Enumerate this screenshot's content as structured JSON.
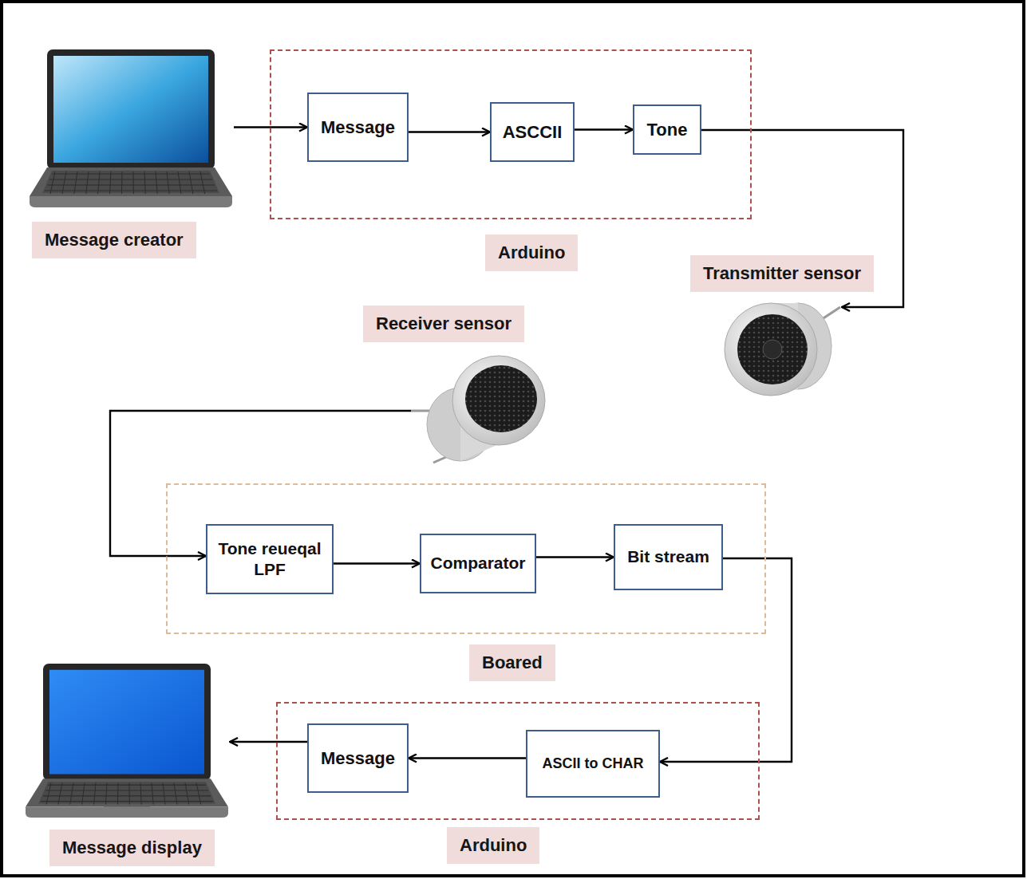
{
  "diagram": {
    "nodes": [
      {
        "text": [
          "Message creator"
        ]
      },
      {
        "text": [
          "Arduino"
        ]
      },
      {
        "text": [
          "Message"
        ],
        "in": 1
      },
      {
        "text": [
          "ASCCII"
        ],
        "in": 1
      },
      {
        "text": [
          "Tone"
        ],
        "in": 1
      },
      {
        "text": [
          "Transmitter sensor"
        ]
      },
      {
        "text": [
          "Receiver sensor"
        ]
      },
      {
        "text": [
          "Boared"
        ]
      },
      {
        "text": [
          "Tone reueqal LPF"
        ],
        "in": 7
      },
      {
        "text": [
          "Comparator"
        ],
        "in": 7
      },
      {
        "text": [
          "Bit stream"
        ],
        "in": 7
      },
      {
        "text": [
          "Arduino"
        ]
      },
      {
        "text": [
          "Message"
        ],
        "in": 11
      },
      {
        "text": [
          "ASCII to CHAR"
        ],
        "in": 11
      },
      {
        "text": [
          "Message display"
        ]
      }
    ],
    "edges": [
      {
        "from": 0,
        "to": 2,
        "arrow": "to"
      },
      {
        "from": 2,
        "to": 3,
        "arrow": "to"
      },
      {
        "from": 3,
        "to": 4,
        "arrow": "to"
      },
      {
        "from": 4,
        "to": 5,
        "arrow": "to"
      },
      {
        "from": 6,
        "to": 8,
        "arrow": "to"
      },
      {
        "from": 8,
        "to": 9,
        "arrow": "to"
      },
      {
        "from": 9,
        "to": 10,
        "arrow": "to"
      },
      {
        "from": 10,
        "to": 13,
        "arrow": "to"
      },
      {
        "from": 13,
        "to": 12,
        "arrow": "to"
      },
      {
        "from": 12,
        "to": 14,
        "arrow": "to"
      }
    ]
  }
}
